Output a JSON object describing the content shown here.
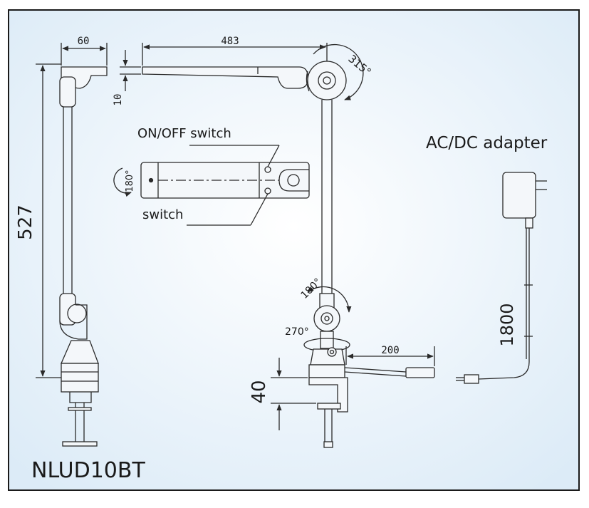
{
  "labels": {
    "dim_width_head": "60",
    "dim_arm_length": "483",
    "dim_head_thickness": "10",
    "dim_height": "527",
    "dim_clamp": "40",
    "dim_cord_short": "200",
    "dim_cord_long": "1800",
    "angle_top": "315°",
    "angle_head_rotate": "180°",
    "angle_mid": "180°",
    "angle_base": "270°",
    "switch_on_off": "ON/OFF switch",
    "switch": "switch",
    "adapter": "AC/DC adapter",
    "model": "NLUD10BT"
  },
  "colors": {
    "frame": "#1a1a1a",
    "background": "#e9f3fb",
    "line": "#2a2a2a"
  }
}
